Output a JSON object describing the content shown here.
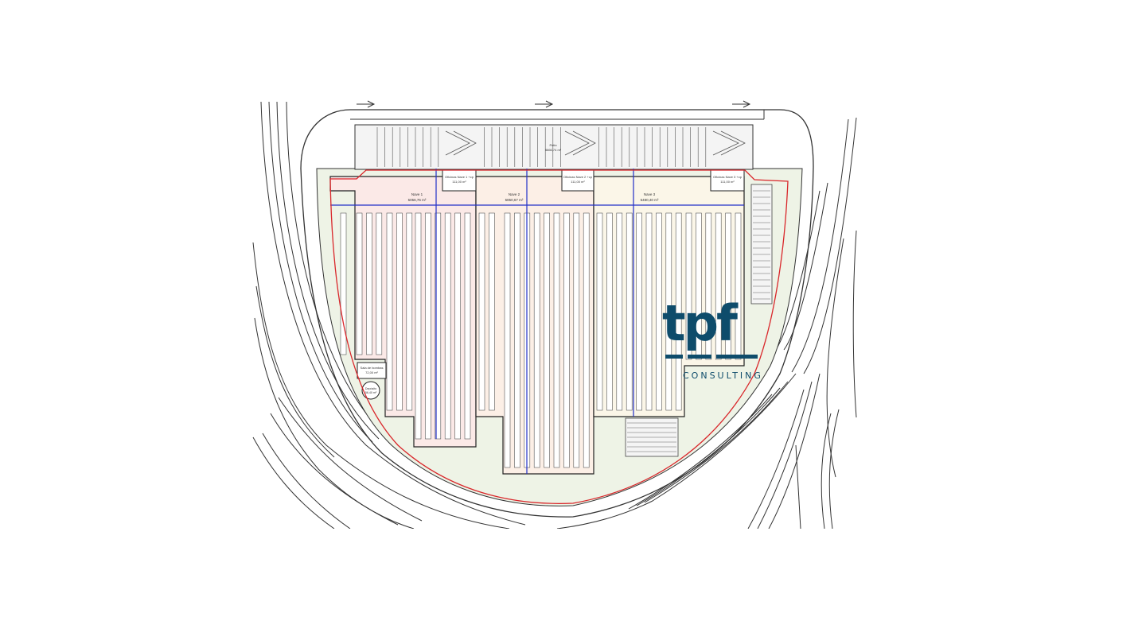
{
  "site_plan": {
    "top_area_label": "Patio",
    "top_area_value": "8866,74 m²",
    "naves": [
      {
        "name": "Nave 1",
        "area": "5056,76 m²"
      },
      {
        "name": "Nave 2",
        "area": "5850,67 m²"
      },
      {
        "name": "Nave 3",
        "area": "5480,40 m²"
      }
    ],
    "offices": [
      {
        "name": "Oficinas Nave 1 +cp",
        "area": "111,00 m²"
      },
      {
        "name": "Oficinas Nave 2 +cp",
        "area": "111,00 m²"
      },
      {
        "name": "Oficinas Nave 3 +cp",
        "area": "111,00 m²"
      }
    ],
    "pump_room": {
      "name": "Sala de bombas",
      "area": "72,00 m²"
    },
    "tank": {
      "name": "Depósito",
      "area": "56,40 m²"
    }
  },
  "brand": {
    "logo_text": "tpf",
    "subtitle": "CONSULTING",
    "color": "#0e4c6b"
  },
  "colors": {
    "boundary": "#d9262a",
    "dimension": "#2230c8",
    "green_area": "#eef3e6",
    "nave_1": "#fbe9e7",
    "nave_2": "#fcefe6",
    "nave_3": "#fbf6e8"
  }
}
